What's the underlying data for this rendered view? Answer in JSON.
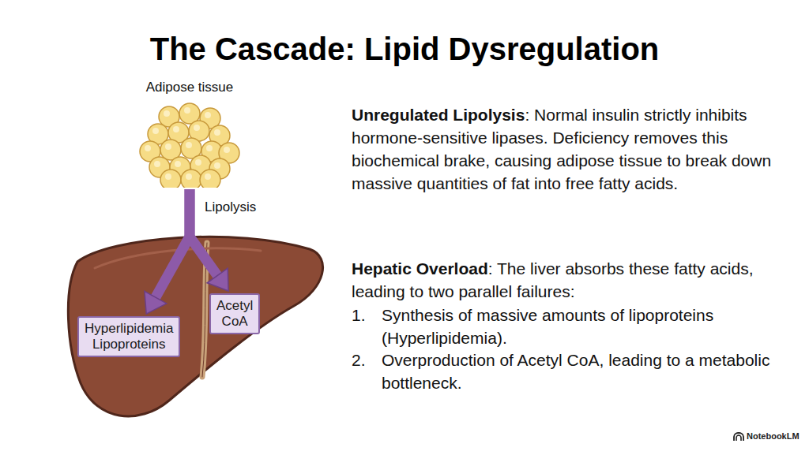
{
  "diagram": {
    "title": "The Cascade: Lipid Dysregulation",
    "nodes": [
      {
        "text": [
          "Adipose tissue"
        ]
      },
      {
        "text": [
          "Hyperlipidemia Lipoproteins"
        ]
      },
      {
        "text": [
          "Acetyl CoA"
        ]
      }
    ],
    "edges": [
      {
        "from": 0,
        "to": 1,
        "arrow": "to",
        "label": "Lipolysis"
      },
      {
        "from": 0,
        "to": 2,
        "arrow": "to"
      }
    ],
    "labels": [
      "Unregulated Lipolysis",
      ": Normal insulin strictly inhibits hormone-sensitive lipases. Deficiency removes this biochemical brake, causing adipose tissue to break down massive quantities of fat into free fatty acids.",
      "Hepatic Overload",
      ": The liver absorbs these fatty acids, leading to two parallel failures:",
      "1.",
      "Synthesis of massive amounts of lipoproteins (Hyperlipidemia).",
      "2.",
      "Overproduction of Acetyl CoA, leading to a metabolic bottleneck.",
      "NotebookLM"
    ]
  }
}
